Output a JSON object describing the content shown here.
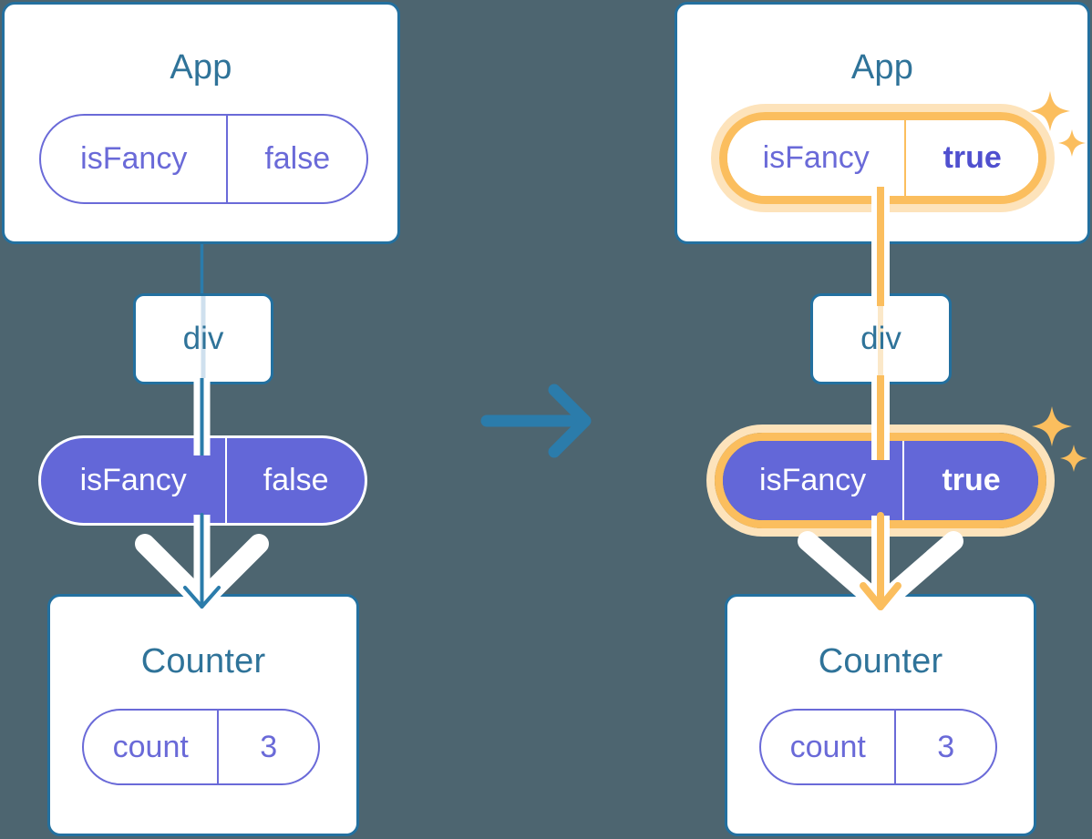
{
  "background": "#4d6570",
  "colors": {
    "card_border": "#23709f",
    "title_text": "#2f7399",
    "pill_purple": "#6367d8",
    "pill_outline": "#6a6ad8",
    "highlight": "#fbbe5e",
    "highlight_glow": "#fde3bb",
    "arrow_blue": "#2b7cab",
    "white": "#ffffff"
  },
  "before": {
    "app_card": {
      "title": "App",
      "state_pill": {
        "key": "isFancy",
        "value": "false",
        "highlighted": false
      }
    },
    "div_node": {
      "label": "div"
    },
    "prop_pill": {
      "key": "isFancy",
      "value": "false",
      "highlighted": false
    },
    "counter_card": {
      "title": "Counter",
      "state_pill": {
        "key": "count",
        "value": "3",
        "highlighted": false
      }
    }
  },
  "transition": {
    "icon": "right-arrow-icon"
  },
  "after": {
    "app_card": {
      "title": "App",
      "state_pill": {
        "key": "isFancy",
        "value": "true",
        "highlighted": true
      }
    },
    "div_node": {
      "label": "div"
    },
    "prop_pill": {
      "key": "isFancy",
      "value": "true",
      "highlighted": true
    },
    "counter_card": {
      "title": "Counter",
      "state_pill": {
        "key": "count",
        "value": "3",
        "highlighted": true
      }
    },
    "sparkle_icons": [
      "sparkle-large-icon",
      "sparkle-small-icon"
    ]
  }
}
